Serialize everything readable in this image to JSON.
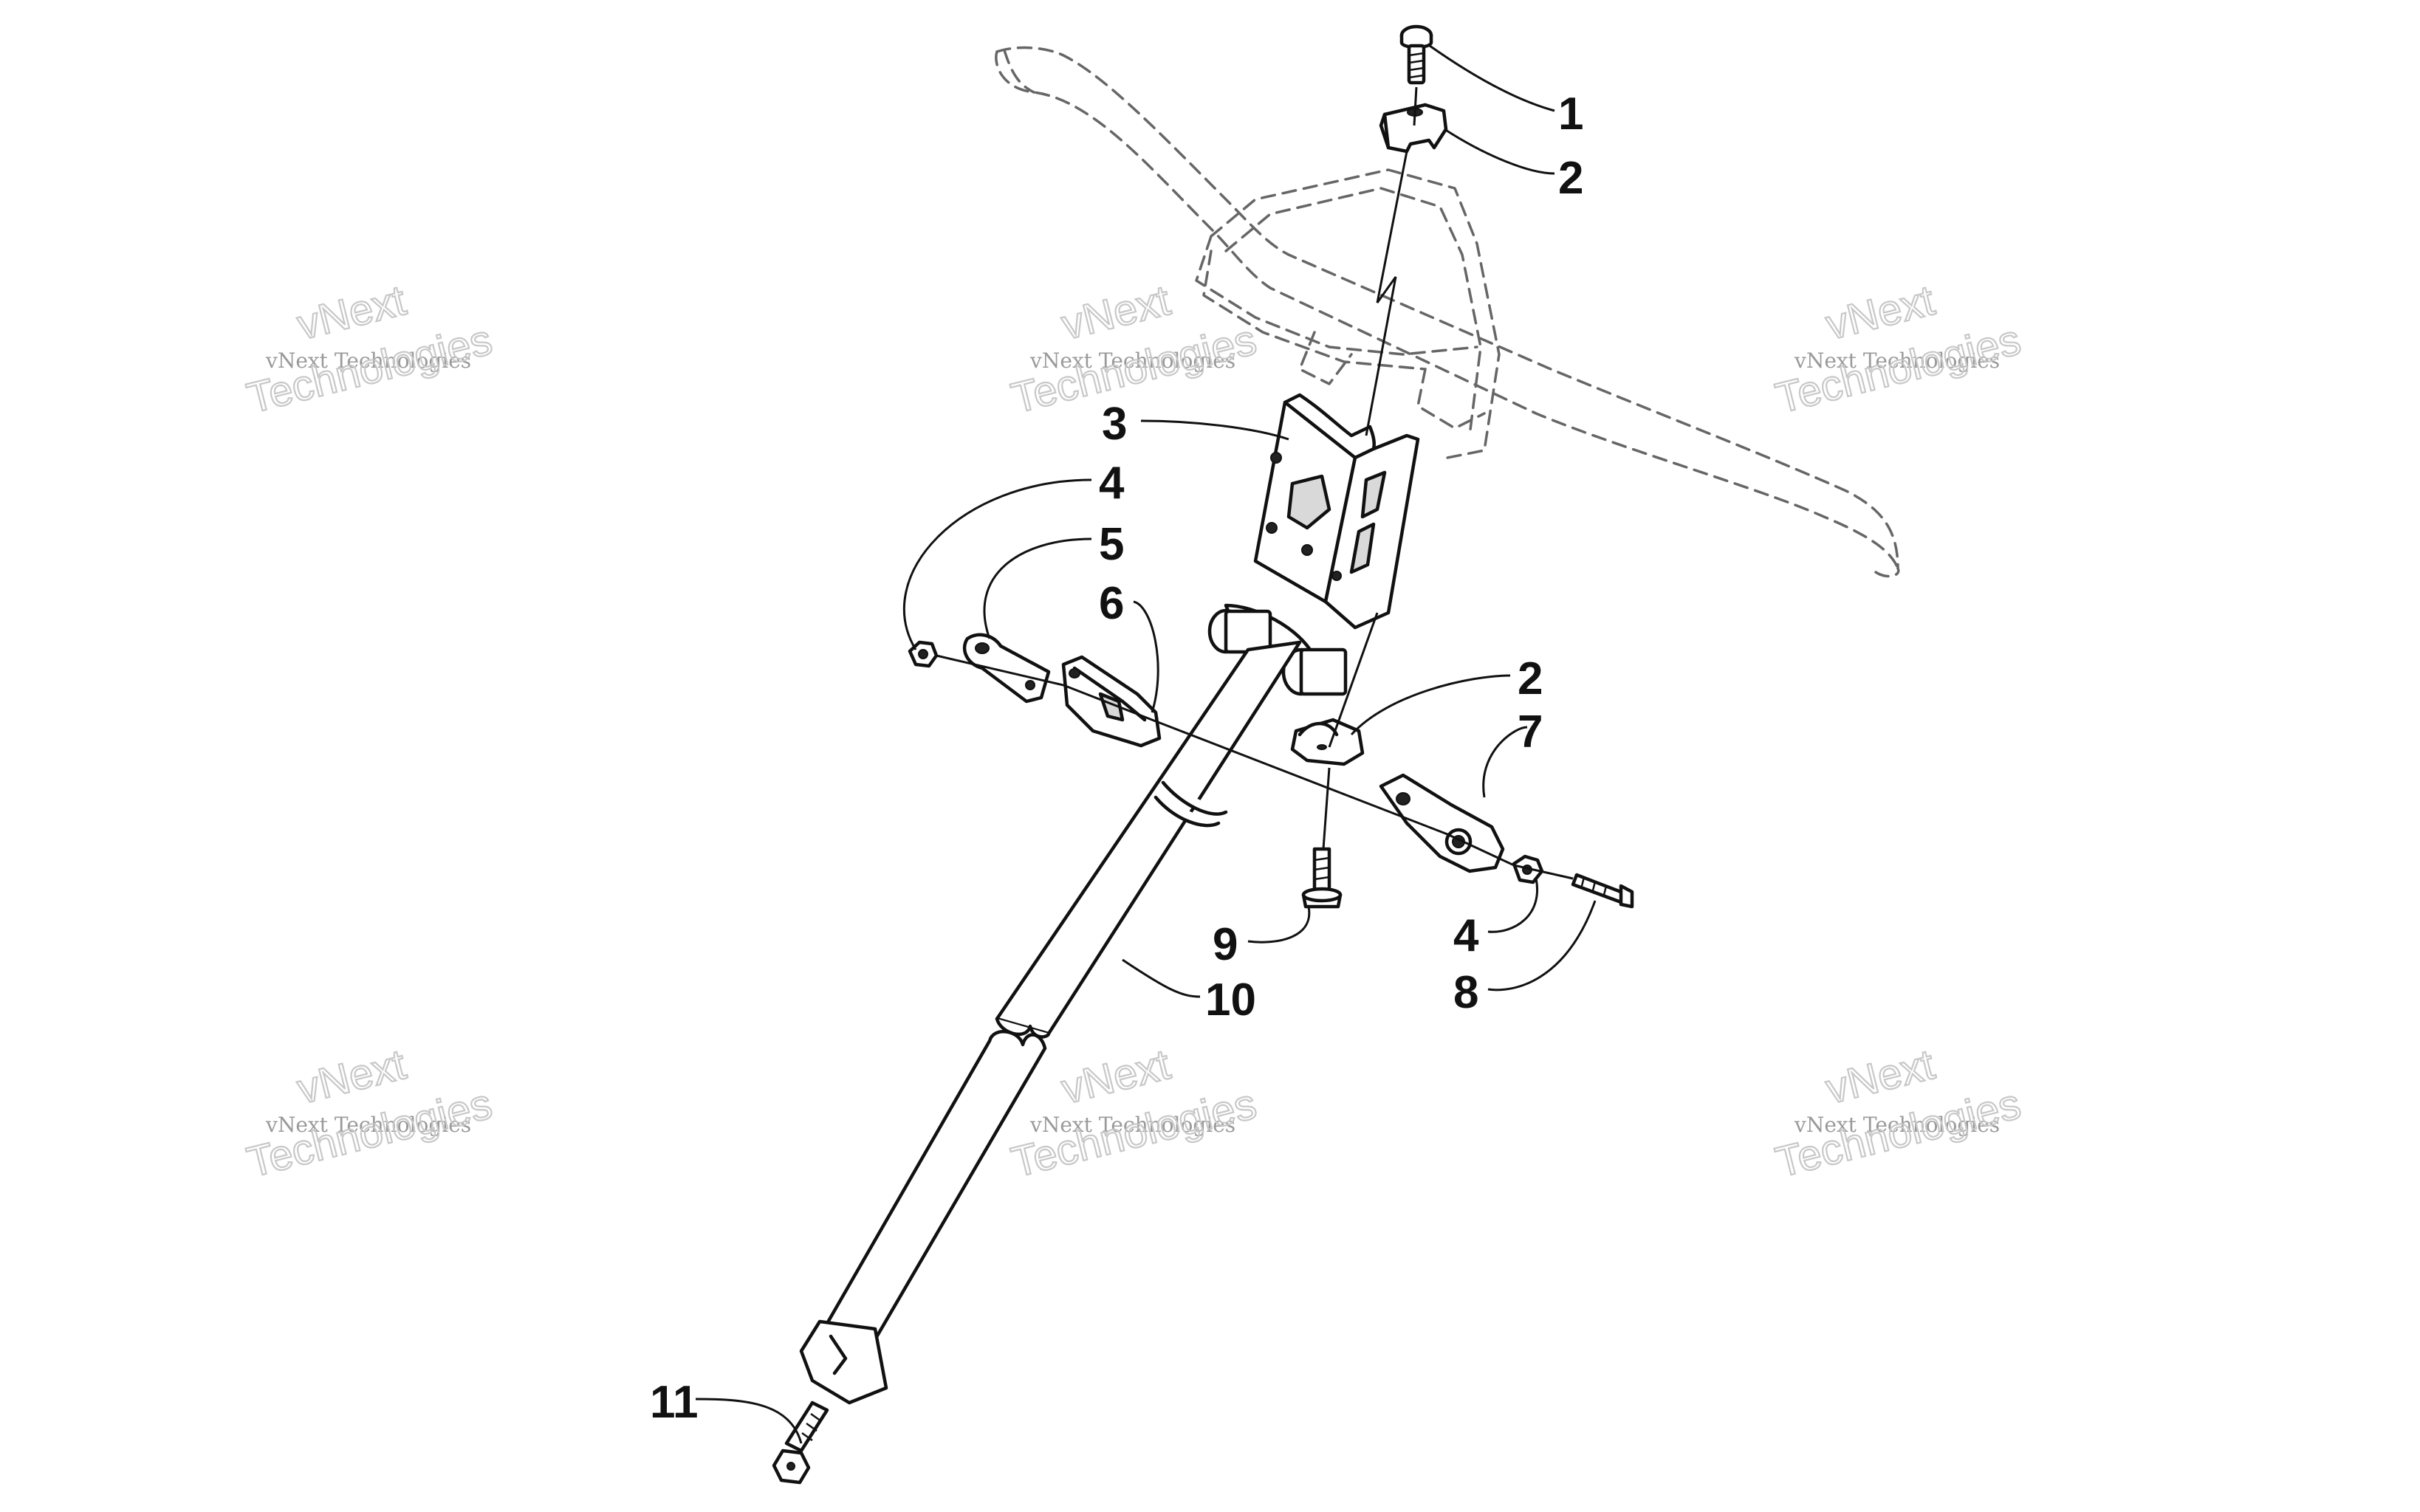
{
  "callouts": [
    "1",
    "2",
    "3",
    "4",
    "5",
    "6",
    "2",
    "7",
    "4",
    "8",
    "9",
    "10",
    "11"
  ],
  "watermark": {
    "line1": "vNext",
    "line2": "vNext Technologies",
    "line3": "Technologies"
  }
}
